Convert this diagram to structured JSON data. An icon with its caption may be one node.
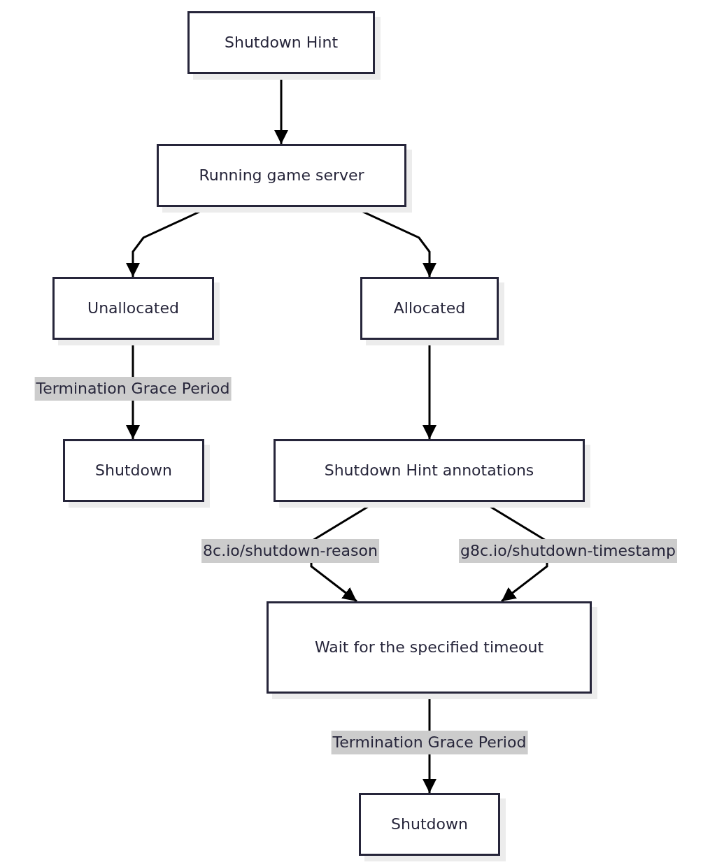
{
  "diagram": {
    "nodes": [
      {
        "text": [
          "Shutdown Hint"
        ]
      },
      {
        "text": [
          "Running game server"
        ]
      },
      {
        "text": [
          "Unallocated"
        ]
      },
      {
        "text": [
          "Allocated"
        ]
      },
      {
        "text": [
          "Shutdown"
        ]
      },
      {
        "text": [
          "Shutdown Hint annotations"
        ]
      },
      {
        "text": [
          "Wait for the specified timeout"
        ]
      },
      {
        "text": [
          "Shutdown"
        ]
      }
    ],
    "edges": [
      {
        "from": 0,
        "to": 1,
        "arrow": "to"
      },
      {
        "from": 1,
        "to": 2,
        "arrow": "to"
      },
      {
        "from": 1,
        "to": 3,
        "arrow": "to"
      },
      {
        "from": 2,
        "to": 4,
        "arrow": "to",
        "label": "Termination Grace Period"
      },
      {
        "from": 3,
        "to": 5,
        "arrow": "to"
      },
      {
        "from": 5,
        "to": 6,
        "arrow": "to",
        "label": "8c.io/shutdown-reason"
      },
      {
        "from": 5,
        "to": 6,
        "arrow": "to",
        "label": "g8c.io/shutdown-timestamp"
      },
      {
        "from": 6,
        "to": 7,
        "arrow": "to",
        "label": "Termination Grace Period"
      }
    ]
  }
}
